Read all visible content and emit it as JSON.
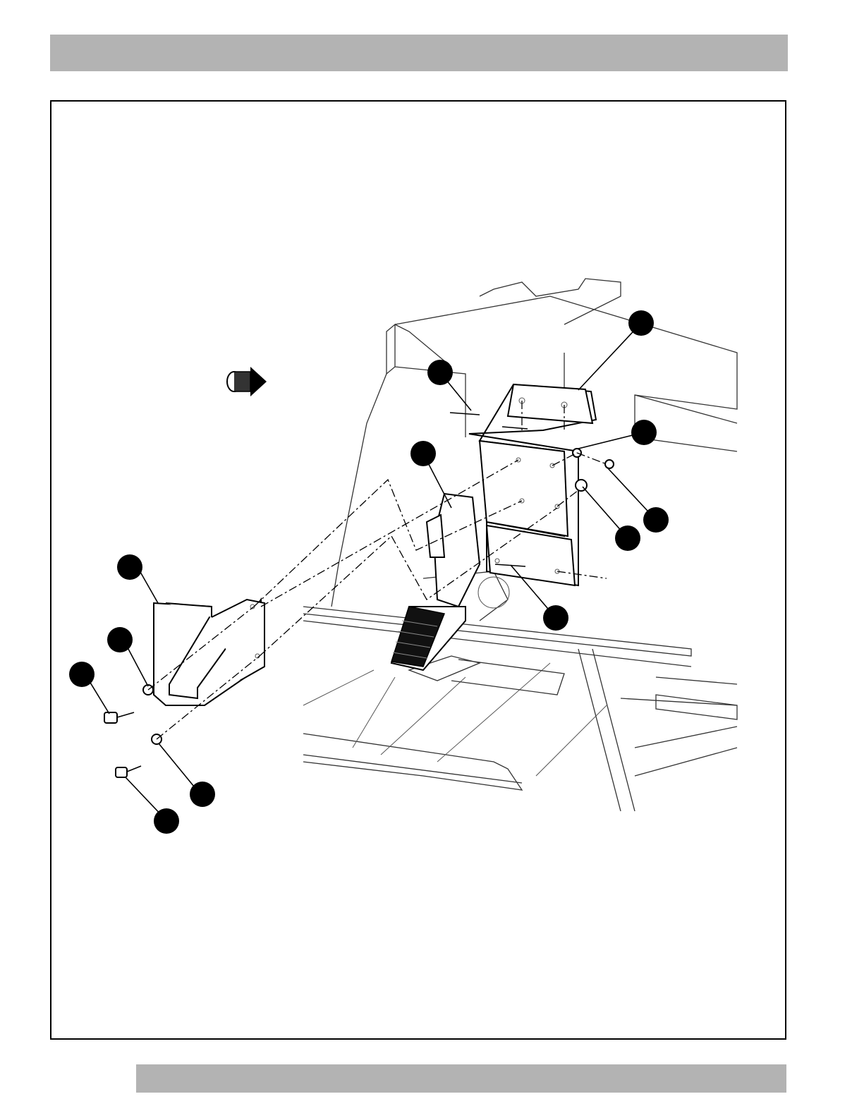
{
  "header": {
    "title": ""
  },
  "footer": {
    "text": ""
  },
  "diagram": {
    "callouts": [
      {
        "id": "callout-1",
        "label": ""
      },
      {
        "id": "callout-2",
        "label": ""
      },
      {
        "id": "callout-3",
        "label": ""
      },
      {
        "id": "callout-4",
        "label": ""
      },
      {
        "id": "callout-5",
        "label": ""
      },
      {
        "id": "callout-6",
        "label": ""
      },
      {
        "id": "callout-7",
        "label": ""
      },
      {
        "id": "callout-8",
        "label": ""
      },
      {
        "id": "callout-9",
        "label": ""
      },
      {
        "id": "callout-10",
        "label": ""
      },
      {
        "id": "callout-11",
        "label": ""
      },
      {
        "id": "callout-12",
        "label": ""
      },
      {
        "id": "callout-13",
        "label": ""
      }
    ],
    "icons": [
      "front-direction-arrow-icon"
    ]
  }
}
